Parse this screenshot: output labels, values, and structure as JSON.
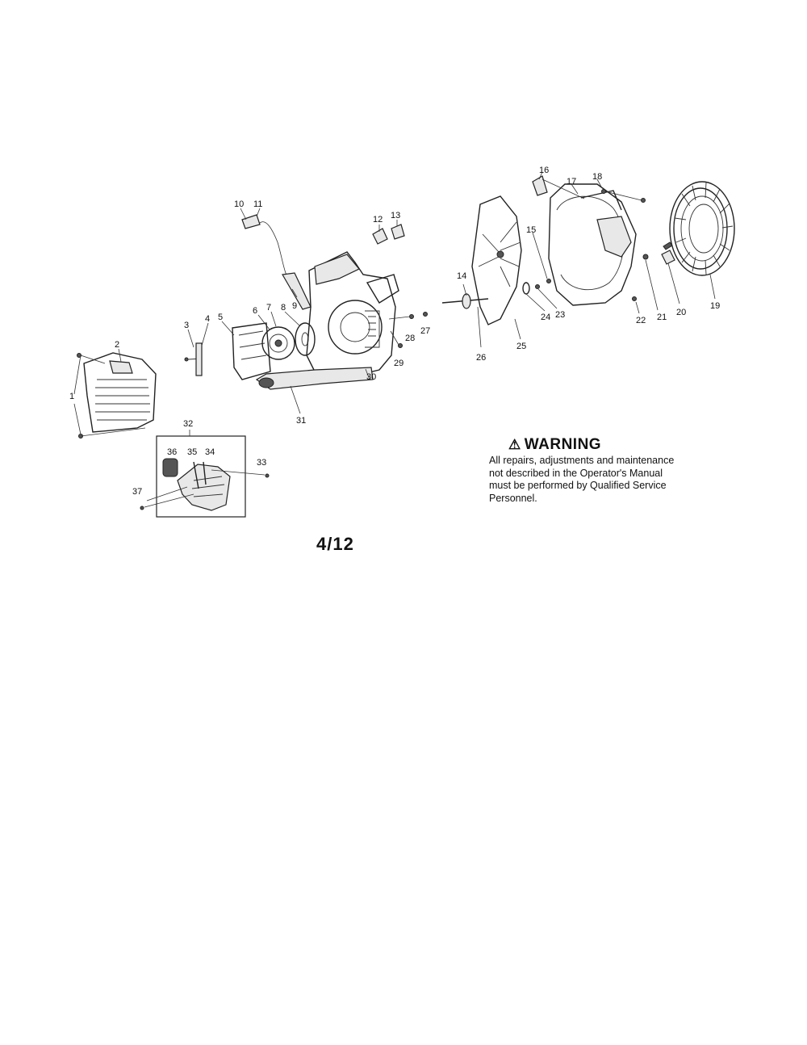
{
  "labels": {
    "l1": "1",
    "l2": "2",
    "l3": "3",
    "l4": "4",
    "l5": "5",
    "l6": "6",
    "l7": "7",
    "l8": "8",
    "l9": "9",
    "l10": "10",
    "l11": "11",
    "l12": "12",
    "l13": "13",
    "l14": "14",
    "l15": "15",
    "l16": "16",
    "l17": "17",
    "l18": "18",
    "l19": "19",
    "l20": "20",
    "l21": "21",
    "l22": "22",
    "l23": "23",
    "l24": "24",
    "l25": "25",
    "l26": "26",
    "l27": "27",
    "l28": "28",
    "l29": "29",
    "l30": "30",
    "l31": "31",
    "l32": "32",
    "l33": "33",
    "l34": "34",
    "l35": "35",
    "l36": "36",
    "l37": "37"
  },
  "warning": {
    "icon": "warning-triangle-icon",
    "title": "WARNING",
    "text": "All repairs, adjustments and maintenance not described in the Operator's Manual must be performed by Qualified Service Personnel."
  },
  "page_number": "4/12"
}
